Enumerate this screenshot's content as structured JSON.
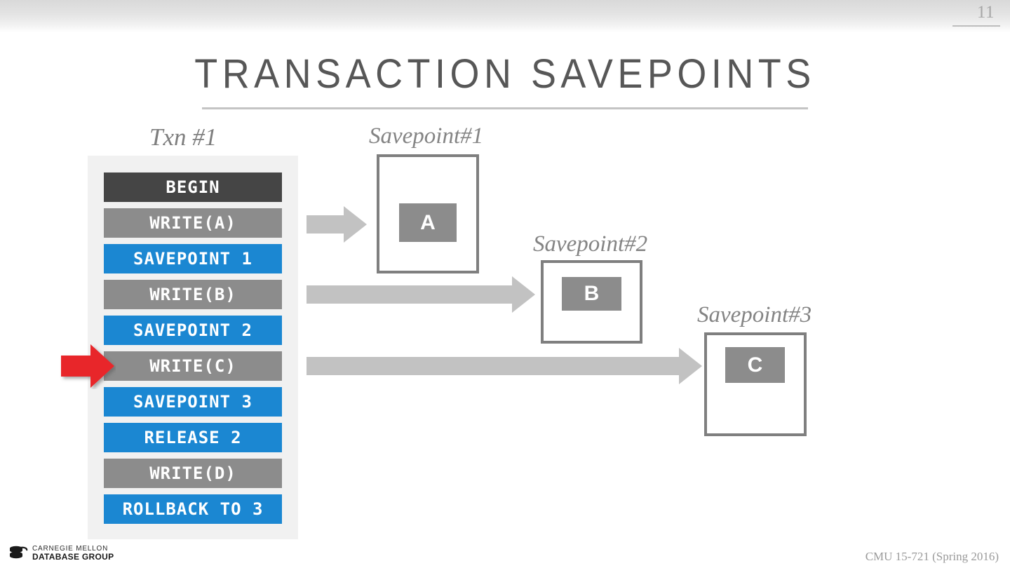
{
  "header": {
    "page_number": "11"
  },
  "title": "TRANSACTION SAVEPOINTS",
  "txn": {
    "label": "Txn #1",
    "operations": [
      {
        "text": "BEGIN",
        "kind": "begin"
      },
      {
        "text": "WRITE(A)",
        "kind": "write"
      },
      {
        "text": "SAVEPOINT 1",
        "kind": "savepoint"
      },
      {
        "text": "WRITE(B)",
        "kind": "write"
      },
      {
        "text": "SAVEPOINT 2",
        "kind": "savepoint"
      },
      {
        "text": "WRITE(C)",
        "kind": "write"
      },
      {
        "text": "SAVEPOINT 3",
        "kind": "savepoint"
      },
      {
        "text": "RELEASE 2",
        "kind": "savepoint"
      },
      {
        "text": "WRITE(D)",
        "kind": "write"
      },
      {
        "text": "ROLLBACK TO 3",
        "kind": "savepoint"
      }
    ],
    "current_operation": "WRITE(C)"
  },
  "savepoints": [
    {
      "label": "Savepoint#1",
      "block": "A"
    },
    {
      "label": "Savepoint#2",
      "block": "B"
    },
    {
      "label": "Savepoint#3",
      "block": "C"
    }
  ],
  "footer": {
    "logo_line1": "CARNEGIE MELLON",
    "logo_line2": "DATABASE GROUP",
    "course": "CMU 15-721 (Spring 2016)"
  },
  "colors": {
    "accent_blue": "#1b87d2",
    "write_gray": "#8c8c8c",
    "begin_dark": "#454545",
    "pointer_red": "#e8262b",
    "arrow_gray": "#c2c2c2",
    "panel_bg": "#f1f1f1",
    "title_gray": "#575757"
  }
}
